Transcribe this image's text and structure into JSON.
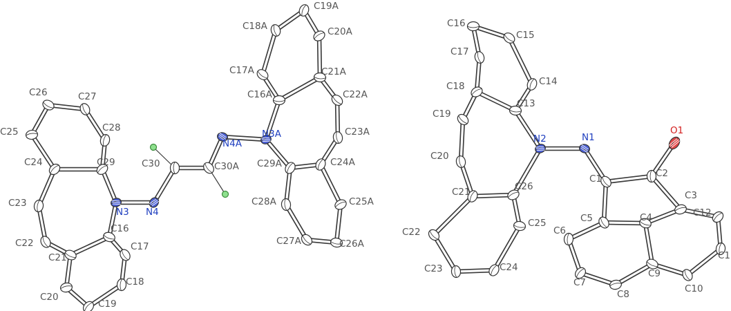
{
  "colors": {
    "carbon_label": "#555555",
    "nitrogen_label": "#1f3fbf",
    "nitrogen_fill": "#4b60d6",
    "oxygen_label": "#d42020",
    "oxygen_fill": "#e04848",
    "hydrogen_fill": "#8ee08e",
    "bond": "#3a3a3a",
    "ellipsoid_stroke": "#333333"
  },
  "molecules": [
    {
      "name": "left",
      "atoms": [
        {
          "id": "C16A",
          "label": "C16A",
          "el": "C"
        },
        {
          "id": "C17A",
          "label": "C17A",
          "el": "C"
        },
        {
          "id": "C18A",
          "label": "C18A",
          "el": "C"
        },
        {
          "id": "C19A",
          "label": "C19A",
          "el": "C"
        },
        {
          "id": "C20A",
          "label": "C20A",
          "el": "C"
        },
        {
          "id": "C21A",
          "label": "C21A",
          "el": "C"
        },
        {
          "id": "C22A",
          "label": "C22A",
          "el": "C"
        },
        {
          "id": "C23A",
          "label": "C23A",
          "el": "C"
        },
        {
          "id": "C24A",
          "label": "C24A",
          "el": "C"
        },
        {
          "id": "C25A",
          "label": "C25A",
          "el": "C"
        },
        {
          "id": "C26A",
          "label": "C26A",
          "el": "C"
        },
        {
          "id": "C27A",
          "label": "C27A",
          "el": "C"
        },
        {
          "id": "C28A",
          "label": "C28A",
          "el": "C"
        },
        {
          "id": "C29A",
          "label": "C29A",
          "el": "C"
        },
        {
          "id": "N3A",
          "label": "N3A",
          "el": "N"
        },
        {
          "id": "N4A",
          "label": "N4A",
          "el": "N"
        },
        {
          "id": "C30A",
          "label": "C30A",
          "el": "C"
        },
        {
          "id": "C30",
          "label": "C30",
          "el": "C"
        },
        {
          "id": "N4",
          "label": "N4",
          "el": "N"
        },
        {
          "id": "N3",
          "label": "N3",
          "el": "N"
        },
        {
          "id": "C16",
          "label": "C16",
          "el": "C"
        },
        {
          "id": "C17",
          "label": "C17",
          "el": "C"
        },
        {
          "id": "C18",
          "label": "C18",
          "el": "C"
        },
        {
          "id": "C19",
          "label": "C19",
          "el": "C"
        },
        {
          "id": "C20",
          "label": "C20",
          "el": "C"
        },
        {
          "id": "C21",
          "label": "C21",
          "el": "C"
        },
        {
          "id": "C22",
          "label": "C22",
          "el": "C"
        },
        {
          "id": "C23",
          "label": "C23",
          "el": "C"
        },
        {
          "id": "C24",
          "label": "C24",
          "el": "C"
        },
        {
          "id": "C25",
          "label": "C25",
          "el": "C"
        },
        {
          "id": "C26",
          "label": "C26",
          "el": "C"
        },
        {
          "id": "C27",
          "label": "C27",
          "el": "C"
        },
        {
          "id": "C28",
          "label": "C28",
          "el": "C"
        },
        {
          "id": "C29",
          "label": "C29",
          "el": "C"
        },
        {
          "id": "H30",
          "label": "",
          "el": "H"
        },
        {
          "id": "H30A",
          "label": "",
          "el": "H"
        }
      ],
      "bonds": [
        [
          "C16A",
          "C17A"
        ],
        [
          "C17A",
          "C18A"
        ],
        [
          "C18A",
          "C19A"
        ],
        [
          "C19A",
          "C20A"
        ],
        [
          "C20A",
          "C21A"
        ],
        [
          "C21A",
          "C16A"
        ],
        [
          "C21A",
          "C22A"
        ],
        [
          "C22A",
          "C23A"
        ],
        [
          "C23A",
          "C24A"
        ],
        [
          "C24A",
          "C29A"
        ],
        [
          "C24A",
          "C25A"
        ],
        [
          "C25A",
          "C26A"
        ],
        [
          "C26A",
          "C27A"
        ],
        [
          "C27A",
          "C28A"
        ],
        [
          "C28A",
          "C29A"
        ],
        [
          "C29A",
          "N3A"
        ],
        [
          "N3A",
          "C16A"
        ],
        [
          "N3A",
          "N4A"
        ],
        [
          "N4A",
          "C30A"
        ],
        [
          "C30A",
          "C30"
        ],
        [
          "C30",
          "N4"
        ],
        [
          "N4",
          "N3"
        ],
        [
          "C30",
          "H30"
        ],
        [
          "C30A",
          "H30A"
        ],
        [
          "N3",
          "C29"
        ],
        [
          "N3",
          "C16"
        ],
        [
          "C29",
          "C24"
        ],
        [
          "C24",
          "C25"
        ],
        [
          "C25",
          "C26"
        ],
        [
          "C26",
          "C27"
        ],
        [
          "C27",
          "C28"
        ],
        [
          "C28",
          "C29"
        ],
        [
          "C24",
          "C23"
        ],
        [
          "C23",
          "C22"
        ],
        [
          "C22",
          "C21"
        ],
        [
          "C21",
          "C16"
        ],
        [
          "C16",
          "C17"
        ],
        [
          "C17",
          "C18"
        ],
        [
          "C18",
          "C19"
        ],
        [
          "C19",
          "C20"
        ],
        [
          "C20",
          "C21"
        ]
      ]
    },
    {
      "name": "right",
      "atoms": [
        {
          "id": "C16",
          "label": "C16",
          "el": "C"
        },
        {
          "id": "C15",
          "label": "C15",
          "el": "C"
        },
        {
          "id": "C17",
          "label": "C17",
          "el": "C"
        },
        {
          "id": "C14",
          "label": "C14",
          "el": "C"
        },
        {
          "id": "C18",
          "label": "C18",
          "el": "C"
        },
        {
          "id": "C13",
          "label": "C13",
          "el": "C"
        },
        {
          "id": "C19",
          "label": "C19",
          "el": "C"
        },
        {
          "id": "C20",
          "label": "C20",
          "el": "C"
        },
        {
          "id": "C21",
          "label": "C21",
          "el": "C"
        },
        {
          "id": "C26",
          "label": "C26",
          "el": "C"
        },
        {
          "id": "C25",
          "label": "C25",
          "el": "C"
        },
        {
          "id": "C22",
          "label": "C22",
          "el": "C"
        },
        {
          "id": "C23",
          "label": "C23",
          "el": "C"
        },
        {
          "id": "C24",
          "label": "C24",
          "el": "C"
        },
        {
          "id": "N2",
          "label": "N2",
          "el": "N"
        },
        {
          "id": "N1",
          "label": "N1",
          "el": "N"
        },
        {
          "id": "C1",
          "label": "C1",
          "el": "C"
        },
        {
          "id": "C2",
          "label": "C2",
          "el": "C"
        },
        {
          "id": "O1",
          "label": "O1",
          "el": "O"
        },
        {
          "id": "C3",
          "label": "C3",
          "el": "C"
        },
        {
          "id": "C4",
          "label": "C4",
          "el": "C"
        },
        {
          "id": "C5",
          "label": "C5",
          "el": "C"
        },
        {
          "id": "C6",
          "label": "C6",
          "el": "C"
        },
        {
          "id": "C7",
          "label": "C7",
          "el": "C"
        },
        {
          "id": "C8",
          "label": "C8",
          "el": "C"
        },
        {
          "id": "C9",
          "label": "C9",
          "el": "C"
        },
        {
          "id": "C10",
          "label": "C10",
          "el": "C"
        },
        {
          "id": "C11",
          "label": "C1",
          "el": "C"
        },
        {
          "id": "C12",
          "label": "C12",
          "el": "C"
        }
      ],
      "bonds": [
        [
          "C16",
          "C15"
        ],
        [
          "C15",
          "C14"
        ],
        [
          "C14",
          "C13"
        ],
        [
          "C13",
          "C18"
        ],
        [
          "C18",
          "C17"
        ],
        [
          "C17",
          "C16"
        ],
        [
          "C13",
          "N2"
        ],
        [
          "N2",
          "N1"
        ],
        [
          "N1",
          "C1"
        ],
        [
          "N2",
          "C26"
        ],
        [
          "C18",
          "C19"
        ],
        [
          "C19",
          "C20"
        ],
        [
          "C20",
          "C21"
        ],
        [
          "C21",
          "C26"
        ],
        [
          "C26",
          "C25"
        ],
        [
          "C25",
          "C24"
        ],
        [
          "C24",
          "C23"
        ],
        [
          "C23",
          "C22"
        ],
        [
          "C22",
          "C21"
        ],
        [
          "C1",
          "C2"
        ],
        [
          "C2",
          "O1"
        ],
        [
          "C2",
          "C3"
        ],
        [
          "C1",
          "C5"
        ],
        [
          "C5",
          "C4"
        ],
        [
          "C4",
          "C3"
        ],
        [
          "C5",
          "C6"
        ],
        [
          "C6",
          "C7"
        ],
        [
          "C7",
          "C8"
        ],
        [
          "C8",
          "C9"
        ],
        [
          "C9",
          "C4"
        ],
        [
          "C3",
          "C12"
        ],
        [
          "C12",
          "C11"
        ],
        [
          "C11",
          "C10"
        ],
        [
          "C10",
          "C9"
        ]
      ]
    }
  ]
}
